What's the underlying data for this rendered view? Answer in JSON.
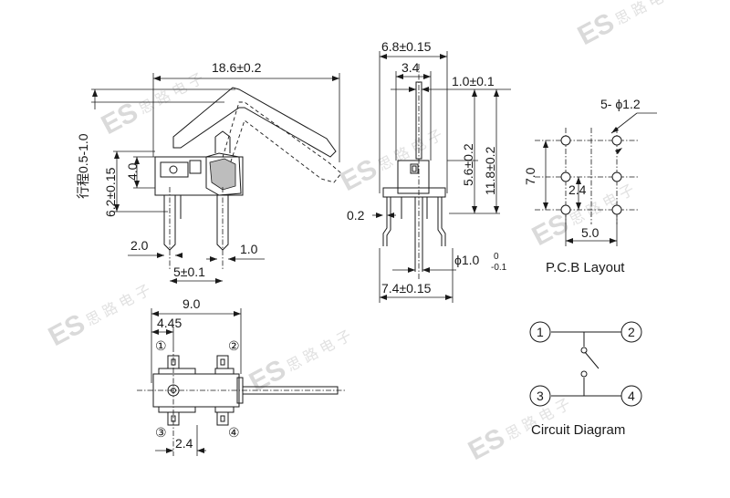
{
  "watermark": {
    "logo": "ES",
    "chars": "思 路 电 子"
  },
  "side_view": {
    "dim_length": "18.6±0.2",
    "dim_travel": "行程0.5-1.0",
    "dim_4_0": "4.0",
    "dim_6_2": "6.2±0.15",
    "dim_2_0": "2.0",
    "dim_1_0": "1.0",
    "dim_5": "5±0.1"
  },
  "front_view": {
    "dim_6_8": "6.8±0.15",
    "dim_3_4": "3.4",
    "dim_1_0": "1.0±0.1",
    "dim_5_6": "5.6±0.2",
    "dim_11_8": "11.8±0.2",
    "dim_0_2": "0.2",
    "dim_phi": "ϕ1.0",
    "dim_phi_tol_upper": "0",
    "dim_phi_tol_lower": "-0.1",
    "dim_7_4": "7.4±0.15"
  },
  "pcb_layout": {
    "label": "P.C.B Layout",
    "dim_holes": "5- ϕ1.2",
    "dim_7_0": "7.0",
    "dim_2_4": "2.4",
    "dim_5_0": "5.0"
  },
  "top_view": {
    "dim_9_0": "9.0",
    "dim_4_45": "4.45",
    "dim_2_4": "2.4",
    "pin_1": "①",
    "pin_2": "②",
    "pin_3": "③",
    "pin_4": "④"
  },
  "circuit": {
    "label": "Circuit Diagram",
    "pin_1": "1",
    "pin_2": "2",
    "pin_3": "3",
    "pin_4": "4"
  }
}
